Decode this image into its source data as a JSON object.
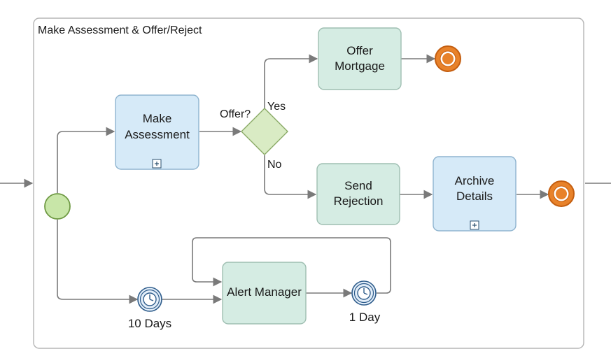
{
  "subprocess": {
    "title": "Make Assessment & Offer/Reject"
  },
  "tasks": {
    "make_assessment": {
      "line1": "Make",
      "line2": "Assessment",
      "type": "subprocess"
    },
    "offer_mortgage": {
      "line1": "Offer",
      "line2": "Mortgage",
      "type": "task"
    },
    "send_rejection": {
      "line1": "Send",
      "line2": "Rejection",
      "type": "task"
    },
    "archive_details": {
      "line1": "Archive",
      "line2": "Details",
      "type": "subprocess"
    },
    "alert_manager": {
      "line1": "Alert Manager",
      "type": "task"
    }
  },
  "gateway": {
    "question": "Offer?",
    "yes_label": "Yes",
    "no_label": "No"
  },
  "timers": {
    "boundary": {
      "label": "10 Days"
    },
    "intermediate": {
      "label": "1 Day"
    }
  },
  "colors": {
    "subprocess_fill": "#d6eaf8",
    "subprocess_stroke": "#8fb4cf",
    "task_fill": "#d5ece3",
    "task_stroke": "#9fbfb2",
    "gateway_fill": "#d9ebc4",
    "gateway_stroke": "#8aaa66",
    "start_fill": "#c8e6a8",
    "start_stroke": "#6f9a44",
    "end_fill": "#e8822a",
    "end_stroke": "#c45e10",
    "timer_fill": "#e3eef9",
    "timer_stroke": "#2f5d8c",
    "edge": "#7a7a7a"
  }
}
